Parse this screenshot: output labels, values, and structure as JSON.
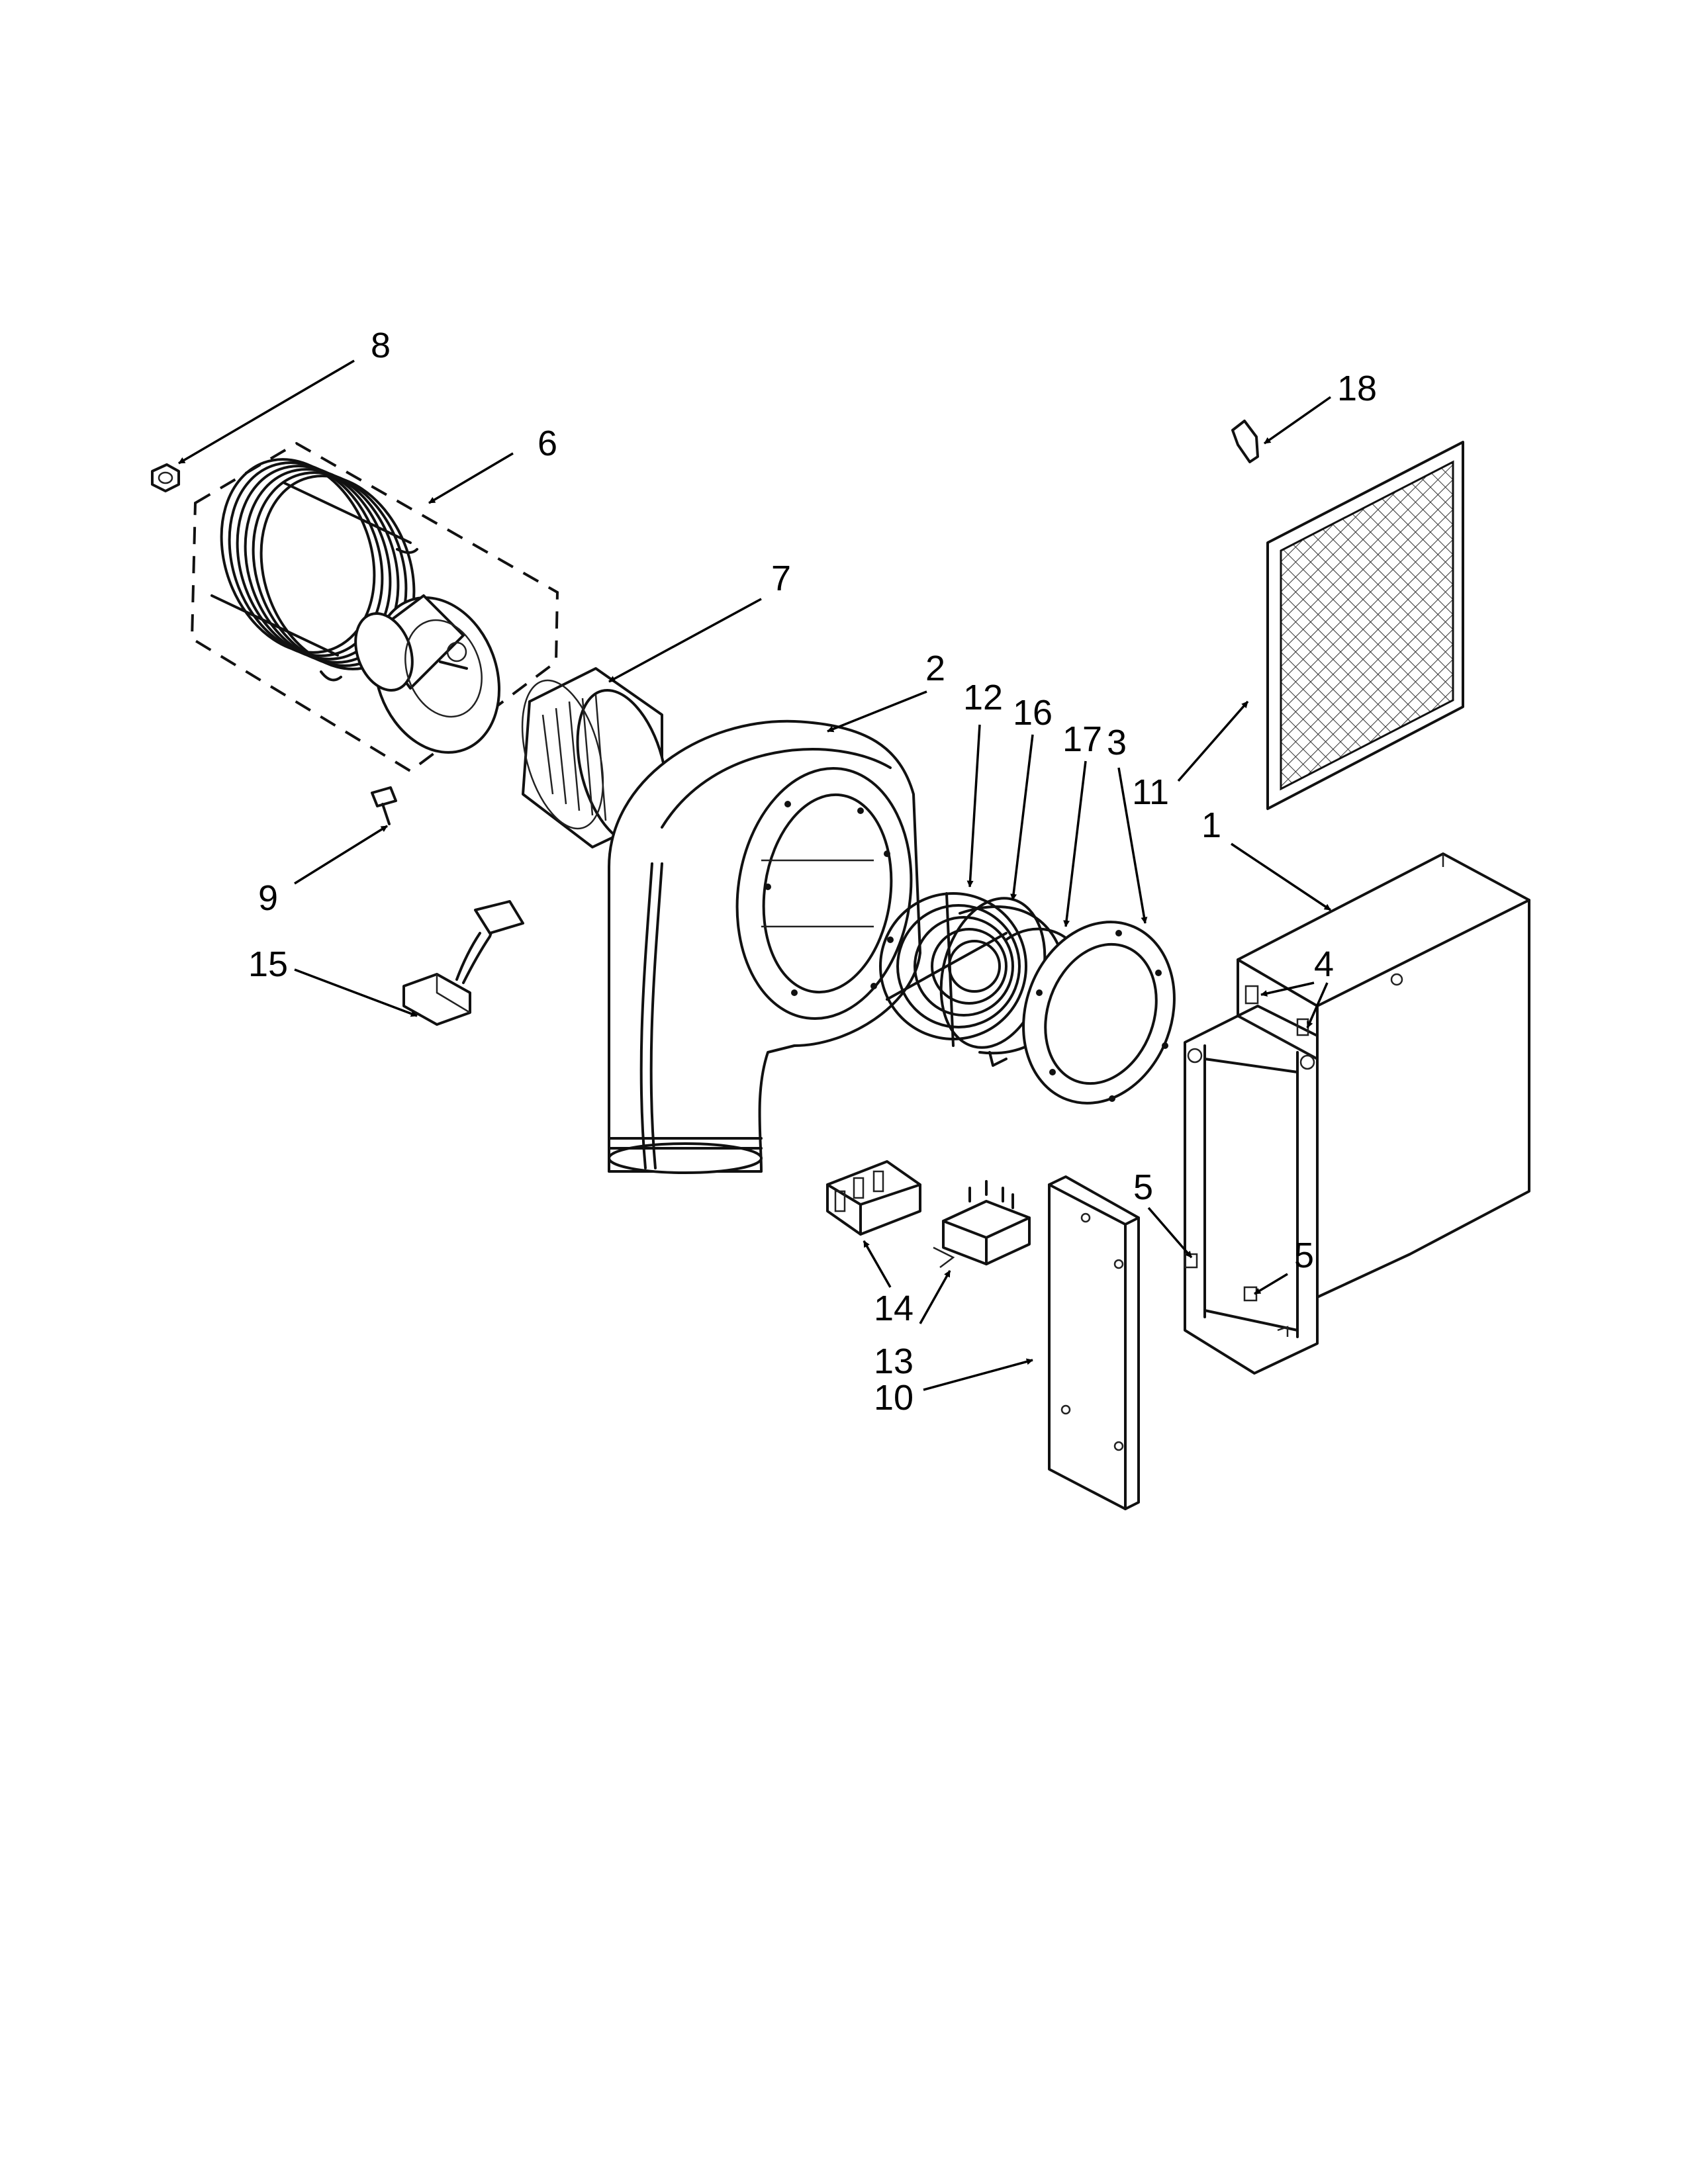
{
  "callouts": [
    {
      "label": "1"
    },
    {
      "label": "2"
    },
    {
      "label": "3"
    },
    {
      "label": "4"
    },
    {
      "label": "5"
    },
    {
      "label": "5"
    },
    {
      "label": "6"
    },
    {
      "label": "7"
    },
    {
      "label": "8"
    },
    {
      "label": "9"
    },
    {
      "label": "10"
    },
    {
      "label": "11"
    },
    {
      "label": "12"
    },
    {
      "label": "13"
    },
    {
      "label": "14"
    },
    {
      "label": "15"
    },
    {
      "label": "16"
    },
    {
      "label": "17"
    },
    {
      "label": "18"
    }
  ]
}
